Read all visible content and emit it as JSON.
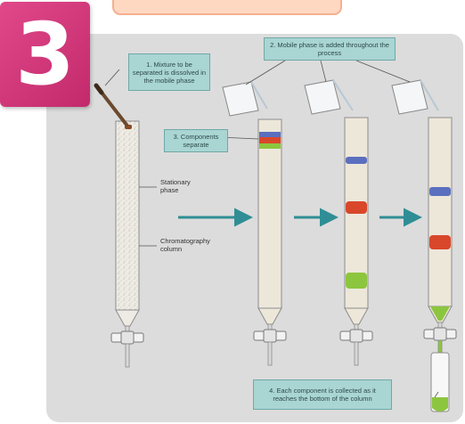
{
  "step_badge": "3",
  "callouts": {
    "mixture": "1. Mixture to be separated is dissolved in the mobile phase",
    "mobile_phase": "2. Mobile phase is added throughout the process",
    "components": "3. Components separate",
    "collected": "4. Each component is collected as it reaches the bottom of the column"
  },
  "labels": {
    "stationary": "Stationary phase",
    "column": "Chromatography column"
  },
  "colors": {
    "accent_pink": "#d8397a",
    "callout_bg": "#a9d5d3",
    "band_blue": "#5b6fbf",
    "band_red": "#d9472b",
    "band_green": "#8cc63e",
    "arrow_teal": "#2f8e95"
  }
}
